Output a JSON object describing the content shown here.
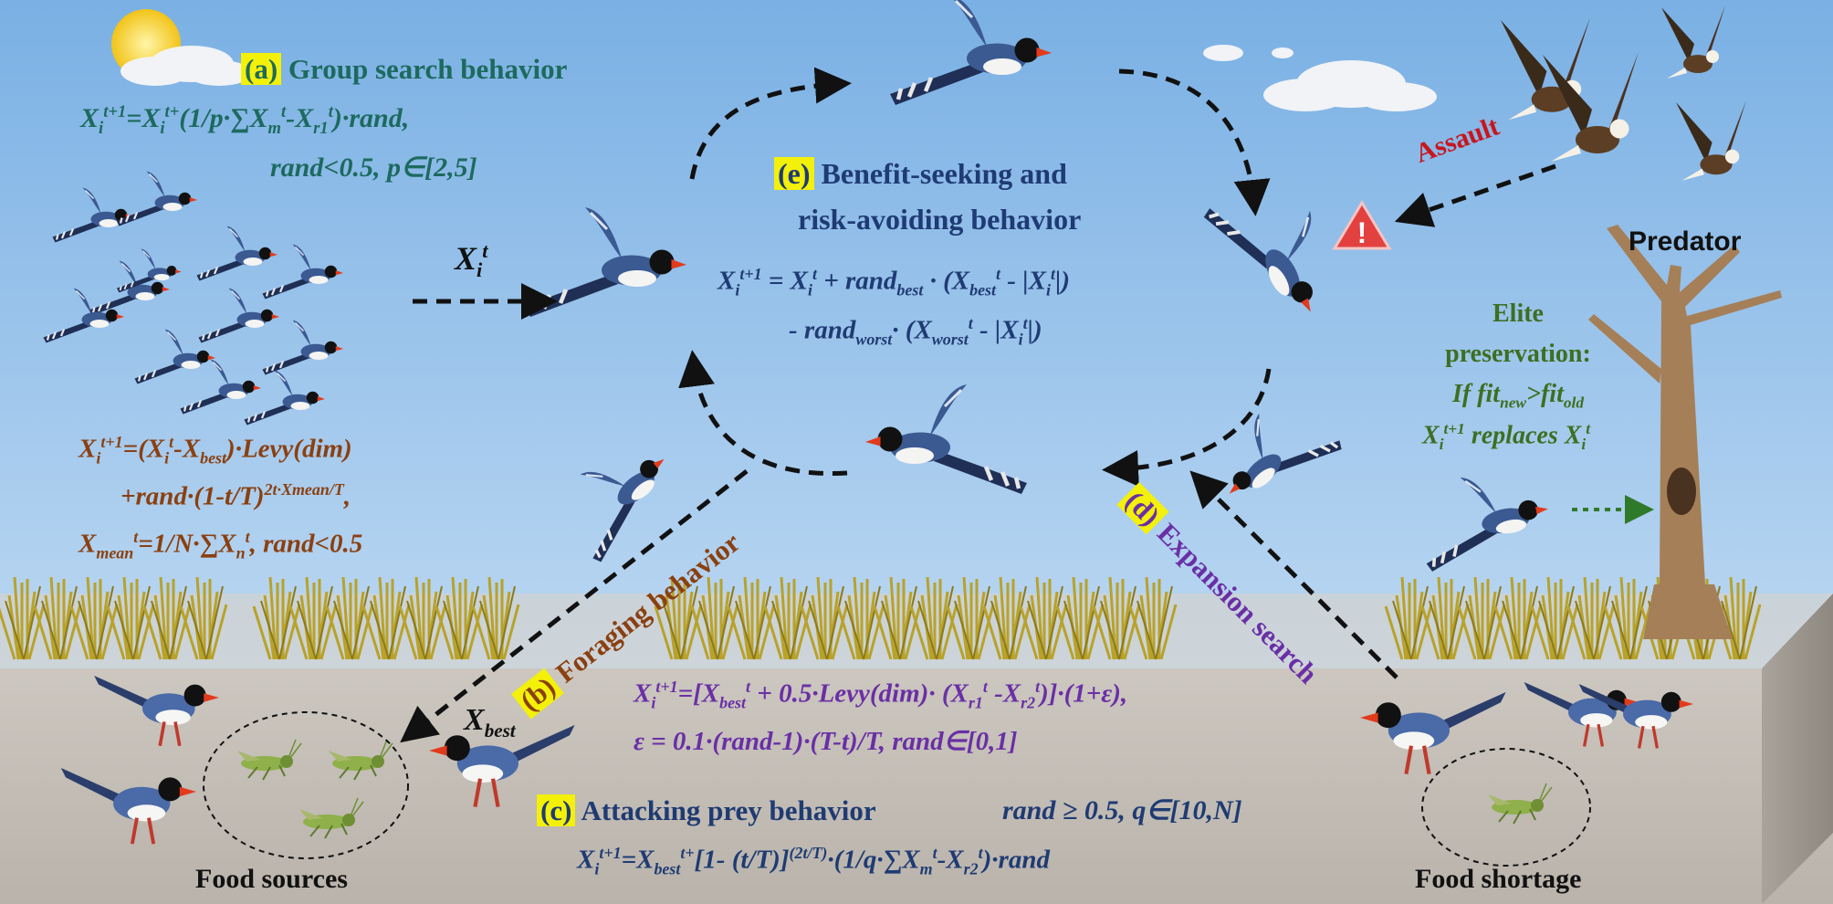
{
  "labels": {
    "a_tag": "(a)",
    "a_title": "Group search behavior",
    "a_eq1": "X_i^{t+1}=X_i^t+(1/p·∑X_m^t-X_{r1}^t)·rand,",
    "a_eq2": "rand<0.5, p∈[2,5]",
    "xit": "X_i^t",
    "e_tag": "(e)",
    "e_title1": "Benefit-seeking and",
    "e_title2": "risk-avoiding behavior",
    "e_eq1": "X_i^{t+1} = X_i^t + rand_best · (X_best^t - |X_i^t|)",
    "e_eq2": "- rand_worst· (X_worst^t - |X_i^t|)",
    "assault": "Assault",
    "predator": "Predator",
    "elite1": "Elite",
    "elite2": "preservation:",
    "elite3": "If fit_new>fit_old",
    "elite4": "X_i^{t+1} replaces X_i^t",
    "levy_eq1": "X_i^{t+1}=(X_i^t-X_best)·Levy(dim)",
    "levy_eq2": "+rand·(1-t/T)^{2t·Xmean/T},",
    "levy_eq3": "X_mean^t=1/N·∑X_n^t, rand<0.5",
    "b_tag": "(b)",
    "b_title": "Foraging behavior",
    "d_tag": "(d)",
    "d_title": "Expansion search",
    "xbest": "X_best",
    "d_eq1": "X_i^{t+1}=[X_best^t + 0.5·Levy(dim)· (X_{r1}^t -X_{r2}^t)]·(1+ε),",
    "d_eq2": "ε = 0.1·(rand-1)·(T-t)/T, rand∈[0,1]",
    "c_tag": "(c)",
    "c_title": "Attacking prey behavior",
    "c_cond": "rand ≥ 0.5, q∈[10,N]",
    "c_eq": "X_i^{t+1}=X_best^t+[1- (t/T)]^{(2t/T)}·(1/q·∑X_m^t-X_{r2}^t)·rand",
    "food_sources": "Food sources",
    "food_shortage": "Food shortage",
    "warning_symbol": "!"
  },
  "colors": {
    "sky_top": "#7fb3e6",
    "sky_bottom": "#cfe4f6",
    "ground": "#c9c4bd",
    "grass": "#b8a22a",
    "teal_text": "#1d6a5e",
    "navy_text": "#1f3b73",
    "brown_text": "#8a4010",
    "purple_text": "#6a2fa6",
    "green_text": "#3d6f21",
    "red_text": "#c8161e",
    "highlight": "#f3f00a"
  }
}
